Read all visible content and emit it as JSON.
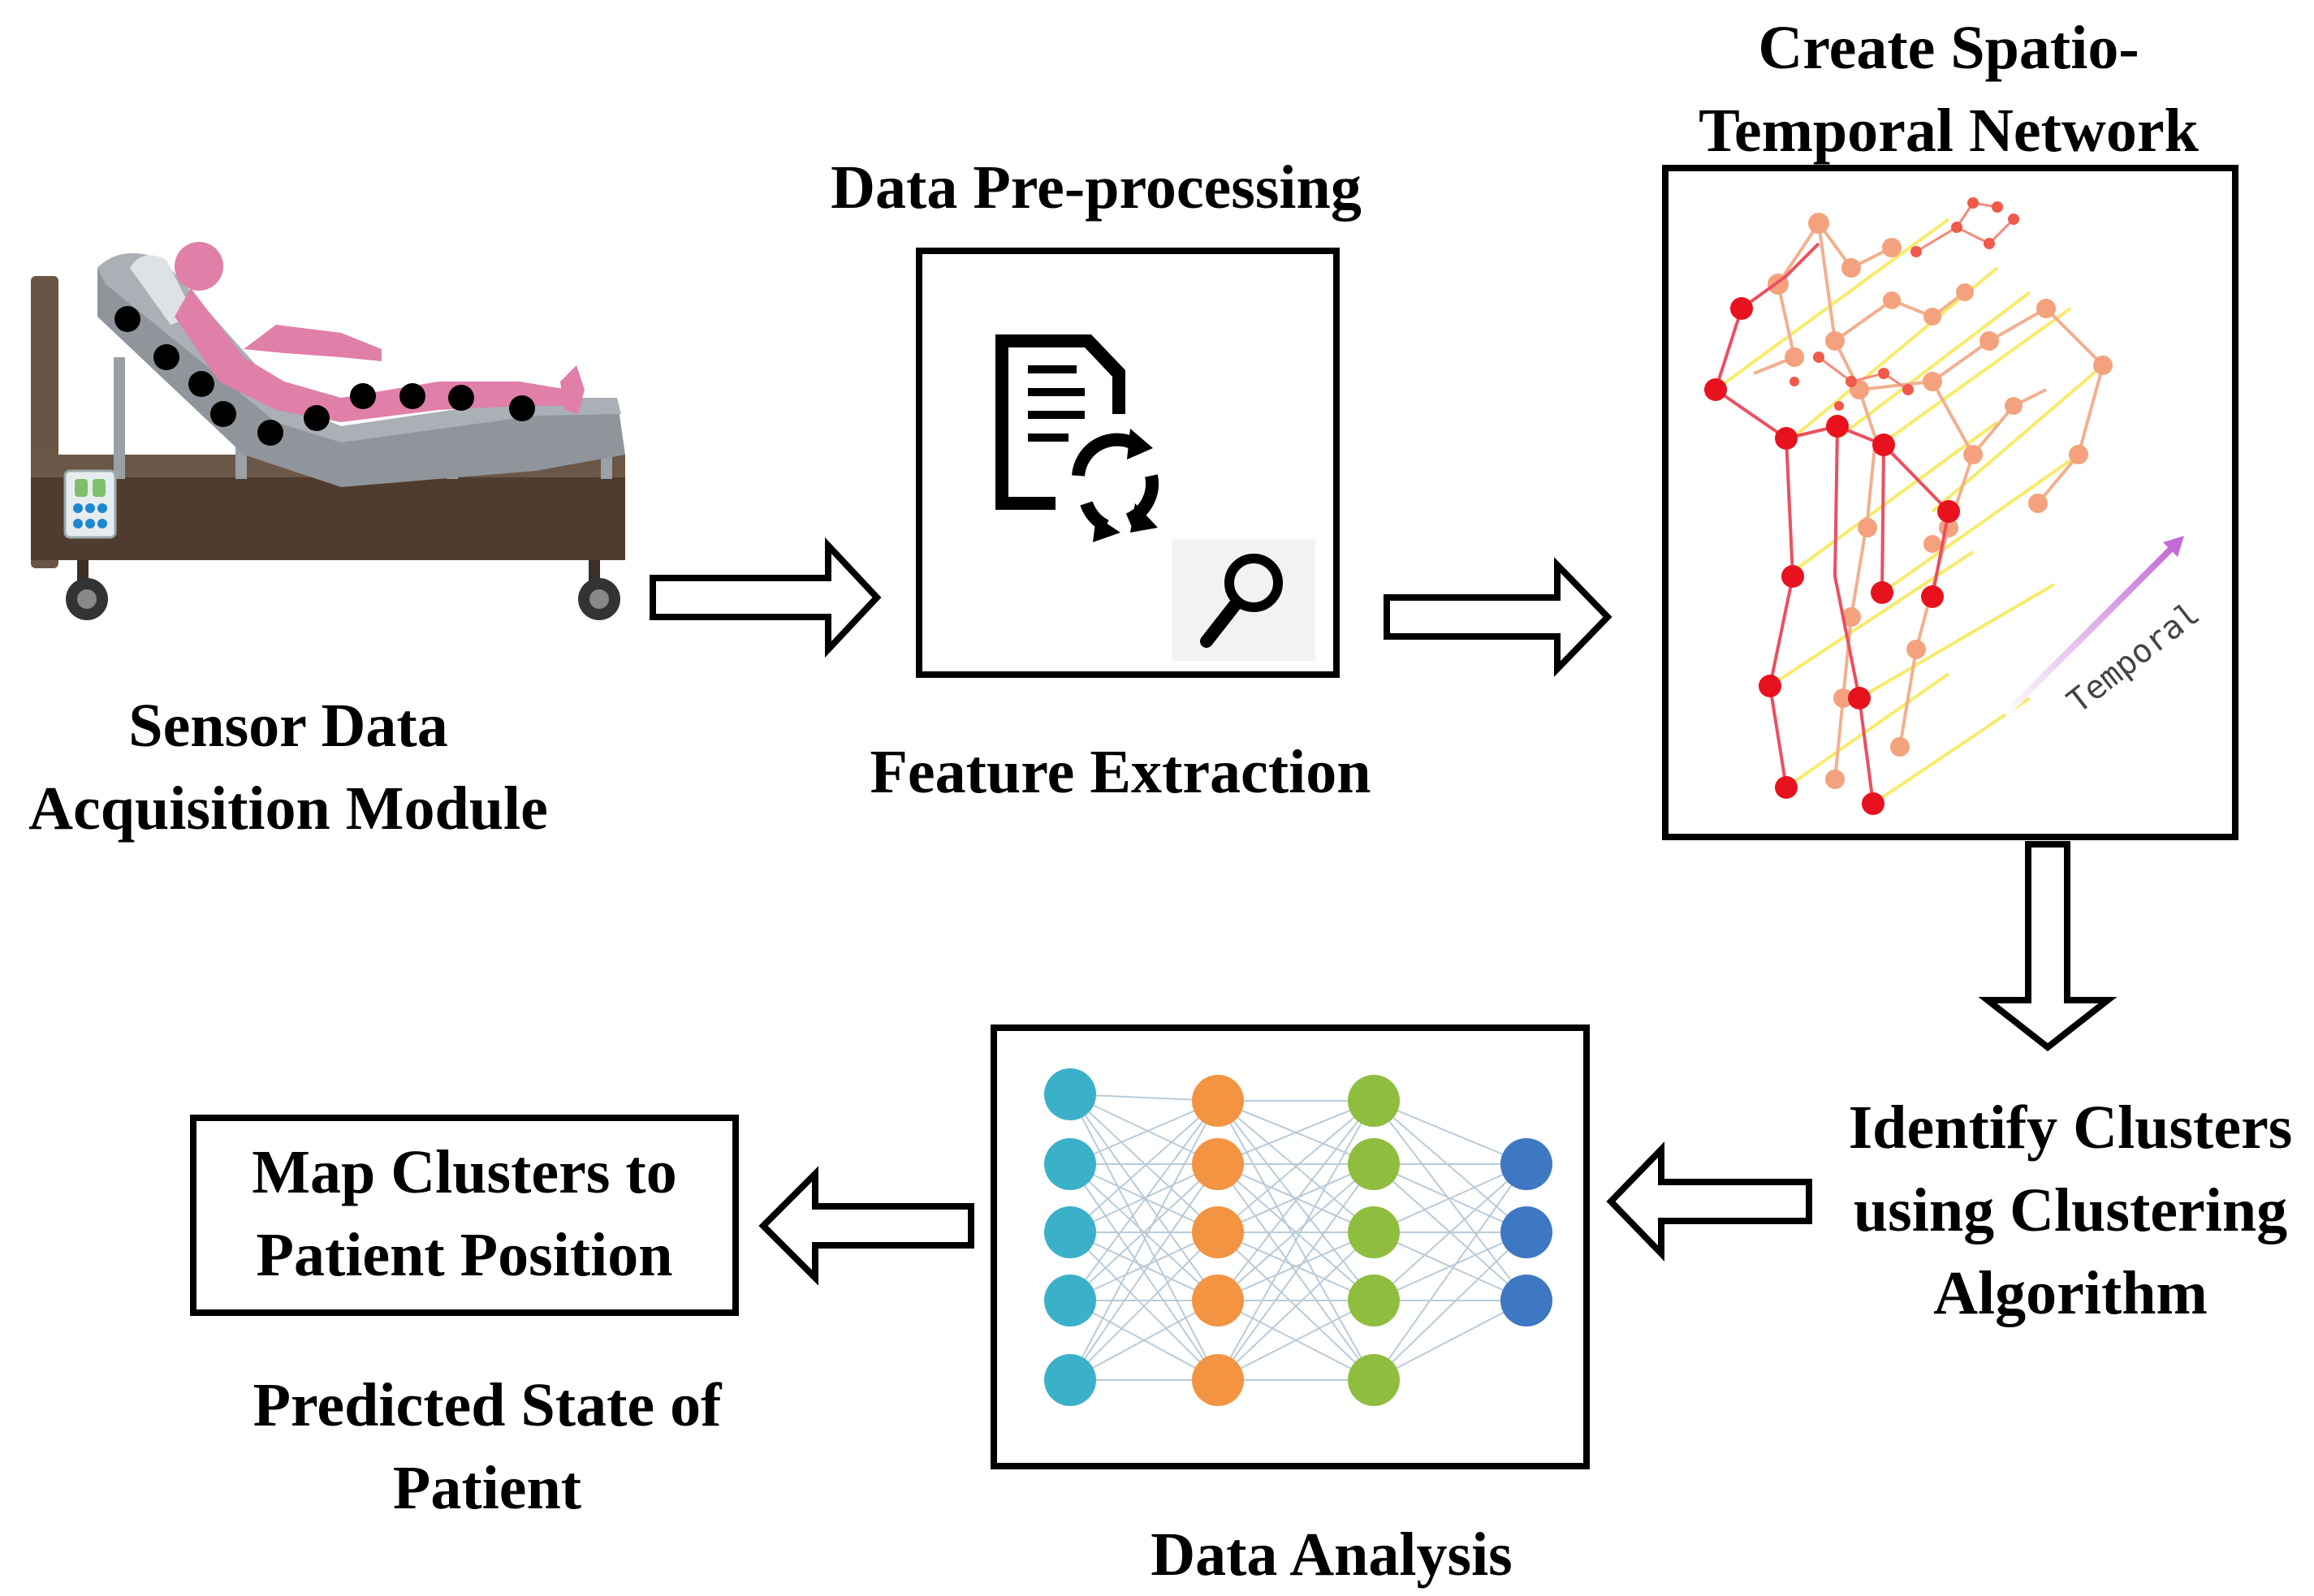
{
  "labels": {
    "sensor_line1": "Sensor Data",
    "sensor_line2": "Acquisition Module",
    "preprocessing": "Data Pre-processing",
    "feature_extraction": "Feature Extraction",
    "spatio_line1": "Create Spatio-",
    "spatio_line2": "Temporal Network",
    "temporal_axis": "Temporal",
    "clusters_line1": "Identify Clusters",
    "clusters_line2": "using Clustering",
    "clusters_line3": "Algorithm",
    "data_analysis": "Data Analysis",
    "map_line1": "Map Clusters to",
    "map_line2": "Patient Position",
    "predicted_line1": "Predicted State of",
    "predicted_line2": "Patient"
  },
  "colors": {
    "ink": "#000000",
    "patient": "#e07fa8",
    "bed_frame": "#5b4636",
    "mattress": "#8f959b",
    "node_red": "#e8121e",
    "node_salmon": "#f4a27e",
    "temporal_arrow": "#c36ad6",
    "nn_layer1": "#3bb0c9",
    "nn_layer2": "#f39442",
    "nn_layer3": "#8fbe3f",
    "nn_layer4": "#3e78c2"
  }
}
